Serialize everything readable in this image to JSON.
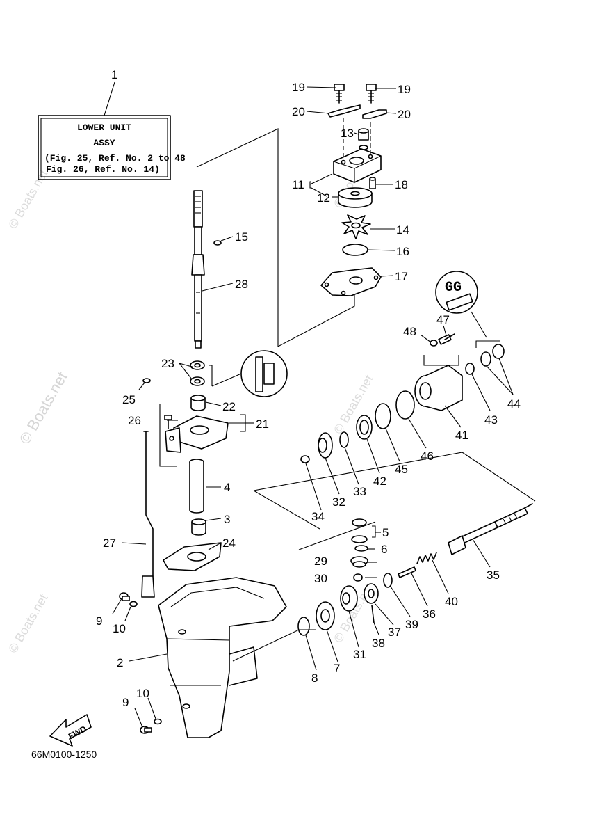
{
  "assembly_box": {
    "title_line1": "LOWER UNIT",
    "title_line2": "ASSY",
    "ref_line1": "(Fig. 25, Ref. No. 2 to 48",
    "ref_line2": "Fig. 26, Ref. No. 14)"
  },
  "drawing_code": "66M0100-1250",
  "fwd_label": "FWD",
  "watermark_text": "© Boats.net",
  "callouts": {
    "c1": "1",
    "c2": "2",
    "c3": "3",
    "c4": "4",
    "c5": "5",
    "c6": "6",
    "c7": "7",
    "c8": "8",
    "c9a": "9",
    "c9b": "9",
    "c10a": "10",
    "c10b": "10",
    "c11": "11",
    "c12": "12",
    "c13": "13",
    "c14": "14",
    "c15": "15",
    "c16": "16",
    "c17": "17",
    "c18": "18",
    "c19a": "19",
    "c19b": "19",
    "c20a": "20",
    "c20b": "20",
    "c21": "21",
    "c22": "22",
    "c23": "23",
    "c24": "24",
    "c25": "25",
    "c26": "26",
    "c27": "27",
    "c28": "28",
    "c29": "29",
    "c30": "30",
    "c31": "31",
    "c32": "32",
    "c33": "33",
    "c34": "34",
    "c35": "35",
    "c36": "36",
    "c37": "37",
    "c38": "38",
    "c39": "39",
    "c40": "40",
    "c41": "41",
    "c42": "42",
    "c43": "43",
    "c44": "44",
    "c45": "45",
    "c46": "46",
    "c47": "47",
    "c48": "48"
  },
  "sealant_symbol_label": "GG"
}
